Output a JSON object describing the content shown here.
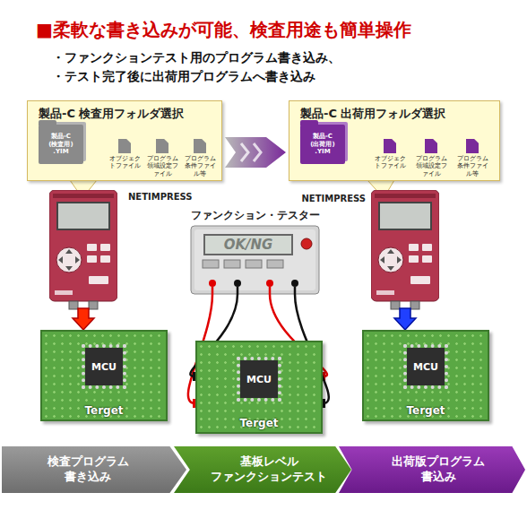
{
  "diagram": {
    "title": "■柔軟な書き込みが可能、検査用途も簡単操作",
    "nodes": [
      {
        "text": [
          "製品-C 検査用フォルダ選択"
        ]
      },
      {
        "text": [
          "製品-C (検査用) .YIM"
        ],
        "in": 0
      },
      {
        "text": [
          "オブジェクトファイル"
        ],
        "in": 0
      },
      {
        "text": [
          "プログラム領域設定ファイル"
        ],
        "in": 0
      },
      {
        "text": [
          "プログラム条件ファイル等"
        ],
        "in": 0
      },
      {
        "text": [
          "製品-C 出荷用フォルダ選択"
        ]
      },
      {
        "text": [
          "製品-C (出荷用) .YIM"
        ],
        "in": 5
      },
      {
        "text": [
          "オブジェクトファイル"
        ],
        "in": 5
      },
      {
        "text": [
          "プログラム領域設定ファイル"
        ],
        "in": 5
      },
      {
        "text": [
          "プログラム条件ファイル等"
        ],
        "in": 5
      },
      {
        "text": [
          "NETIMPRESS"
        ]
      },
      {
        "text": [
          "ファンクション・テスター",
          "OK/NG"
        ]
      },
      {
        "text": [
          "NETIMPRESS"
        ]
      },
      {
        "text": [
          "Terget"
        ]
      },
      {
        "text": [
          "MCU"
        ],
        "in": 13
      },
      {
        "text": [
          "Terget"
        ]
      },
      {
        "text": [
          "MCU"
        ],
        "in": 15
      },
      {
        "text": [
          "Terget"
        ]
      },
      {
        "text": [
          "MCU"
        ],
        "in": 17
      },
      {
        "text": [
          "検査プログラム 書き込み"
        ]
      },
      {
        "text": [
          "基板レベル ファンクションテスト"
        ]
      },
      {
        "text": [
          "出荷版プログラム 書込み"
        ]
      }
    ],
    "edges": [
      {
        "from": 0,
        "to": 5,
        "arrow": "to"
      },
      {
        "from": 1,
        "to": 2,
        "arrow": "none"
      },
      {
        "from": 1,
        "to": 3,
        "arrow": "none"
      },
      {
        "from": 1,
        "to": 4,
        "arrow": "none"
      },
      {
        "from": 6,
        "to": 7,
        "arrow": "none"
      },
      {
        "from": 6,
        "to": 8,
        "arrow": "none"
      },
      {
        "from": 6,
        "to": 9,
        "arrow": "none"
      },
      {
        "from": 10,
        "to": 13,
        "arrow": "to"
      },
      {
        "from": 12,
        "to": 17,
        "arrow": "to"
      },
      {
        "from": 11,
        "to": 15,
        "arrow": "none"
      },
      {
        "from": 11,
        "to": 15,
        "arrow": "none"
      },
      {
        "from": 11,
        "to": 15,
        "arrow": "none"
      },
      {
        "from": 11,
        "to": 15,
        "arrow": "none"
      }
    ],
    "labels": [
      "・ファンクションテスト用のプログラム書き込み、",
      "・テスト完了後に出荷用プログラムへ書き込み"
    ]
  }
}
